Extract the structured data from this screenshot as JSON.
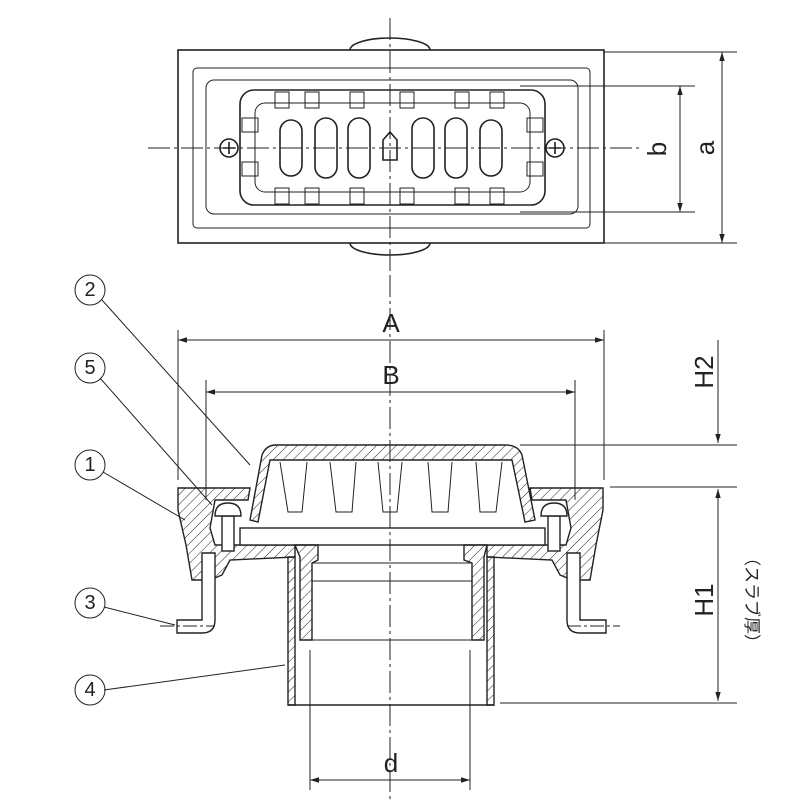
{
  "dimensions": {
    "A": "A",
    "B": "B",
    "a": "a",
    "b": "b",
    "d": "d",
    "H1": "H1",
    "H2": "H2",
    "slab_note": "（スラブ厚）"
  },
  "parts": [
    "1",
    "2",
    "3",
    "4",
    "5"
  ]
}
